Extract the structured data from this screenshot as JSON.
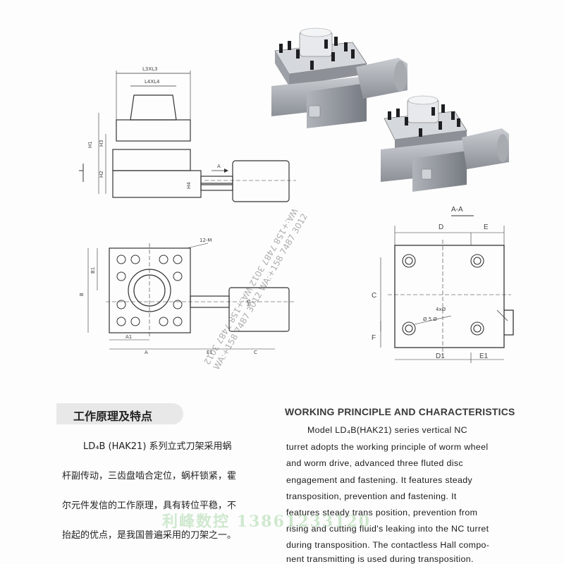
{
  "drawing": {
    "top_dims": {
      "l3": "L3XL3",
      "l4": "L4XL4"
    },
    "side_dims": {
      "h1": "H1",
      "h3": "H3",
      "h2": "H2",
      "h4": "H4",
      "arrow": "A"
    },
    "plan_dims": {
      "holes": "12-M",
      "b": "B",
      "b1": "B1",
      "a1": "A1",
      "a": "A",
      "e1": "E1",
      "c": "C",
      "h5": "H5"
    },
    "section": {
      "title": "A-A",
      "d": "D",
      "e": "E",
      "c": "C",
      "f": "F",
      "d1": "D1",
      "e1": "E1",
      "hole_note": "4xØ",
      "hole_note2": "Ø 5 Ø"
    }
  },
  "chinese": {
    "heading": "工作原理及特点",
    "lines": [
      "LD₄B (HAK21) 系列立式刀架采用蜗",
      "杆副传动，三齿盘啮合定位，蜗杆锁紧，霍",
      "尔元件发信的工作原理，具有转位平稳，不",
      "抬起的优点，是我国普遍采用的刀架之一。"
    ]
  },
  "english": {
    "heading": "WORKING PRINCIPLE AND CHARACTERISTICS",
    "lines": [
      "Model LD₄B(HAK21) series vertical NC",
      "turret adopts the working principle of worm wheel",
      "and worm drive, advanced three fluted disc",
      "engagement and fastening. It features steady",
      "transposition, prevention and fastening. It",
      "features steady trans position, prevention from",
      "rising and cutting fluid's leaking into the NC turret",
      "during transposition. The contactless Hall compo-",
      "nent transmitting is used during transposition."
    ]
  },
  "watermarks": {
    "circle_text": "WA:+158 7487 3012  WA:+158 7487 3012",
    "bottom_text": "利峰数控  13861233120"
  }
}
